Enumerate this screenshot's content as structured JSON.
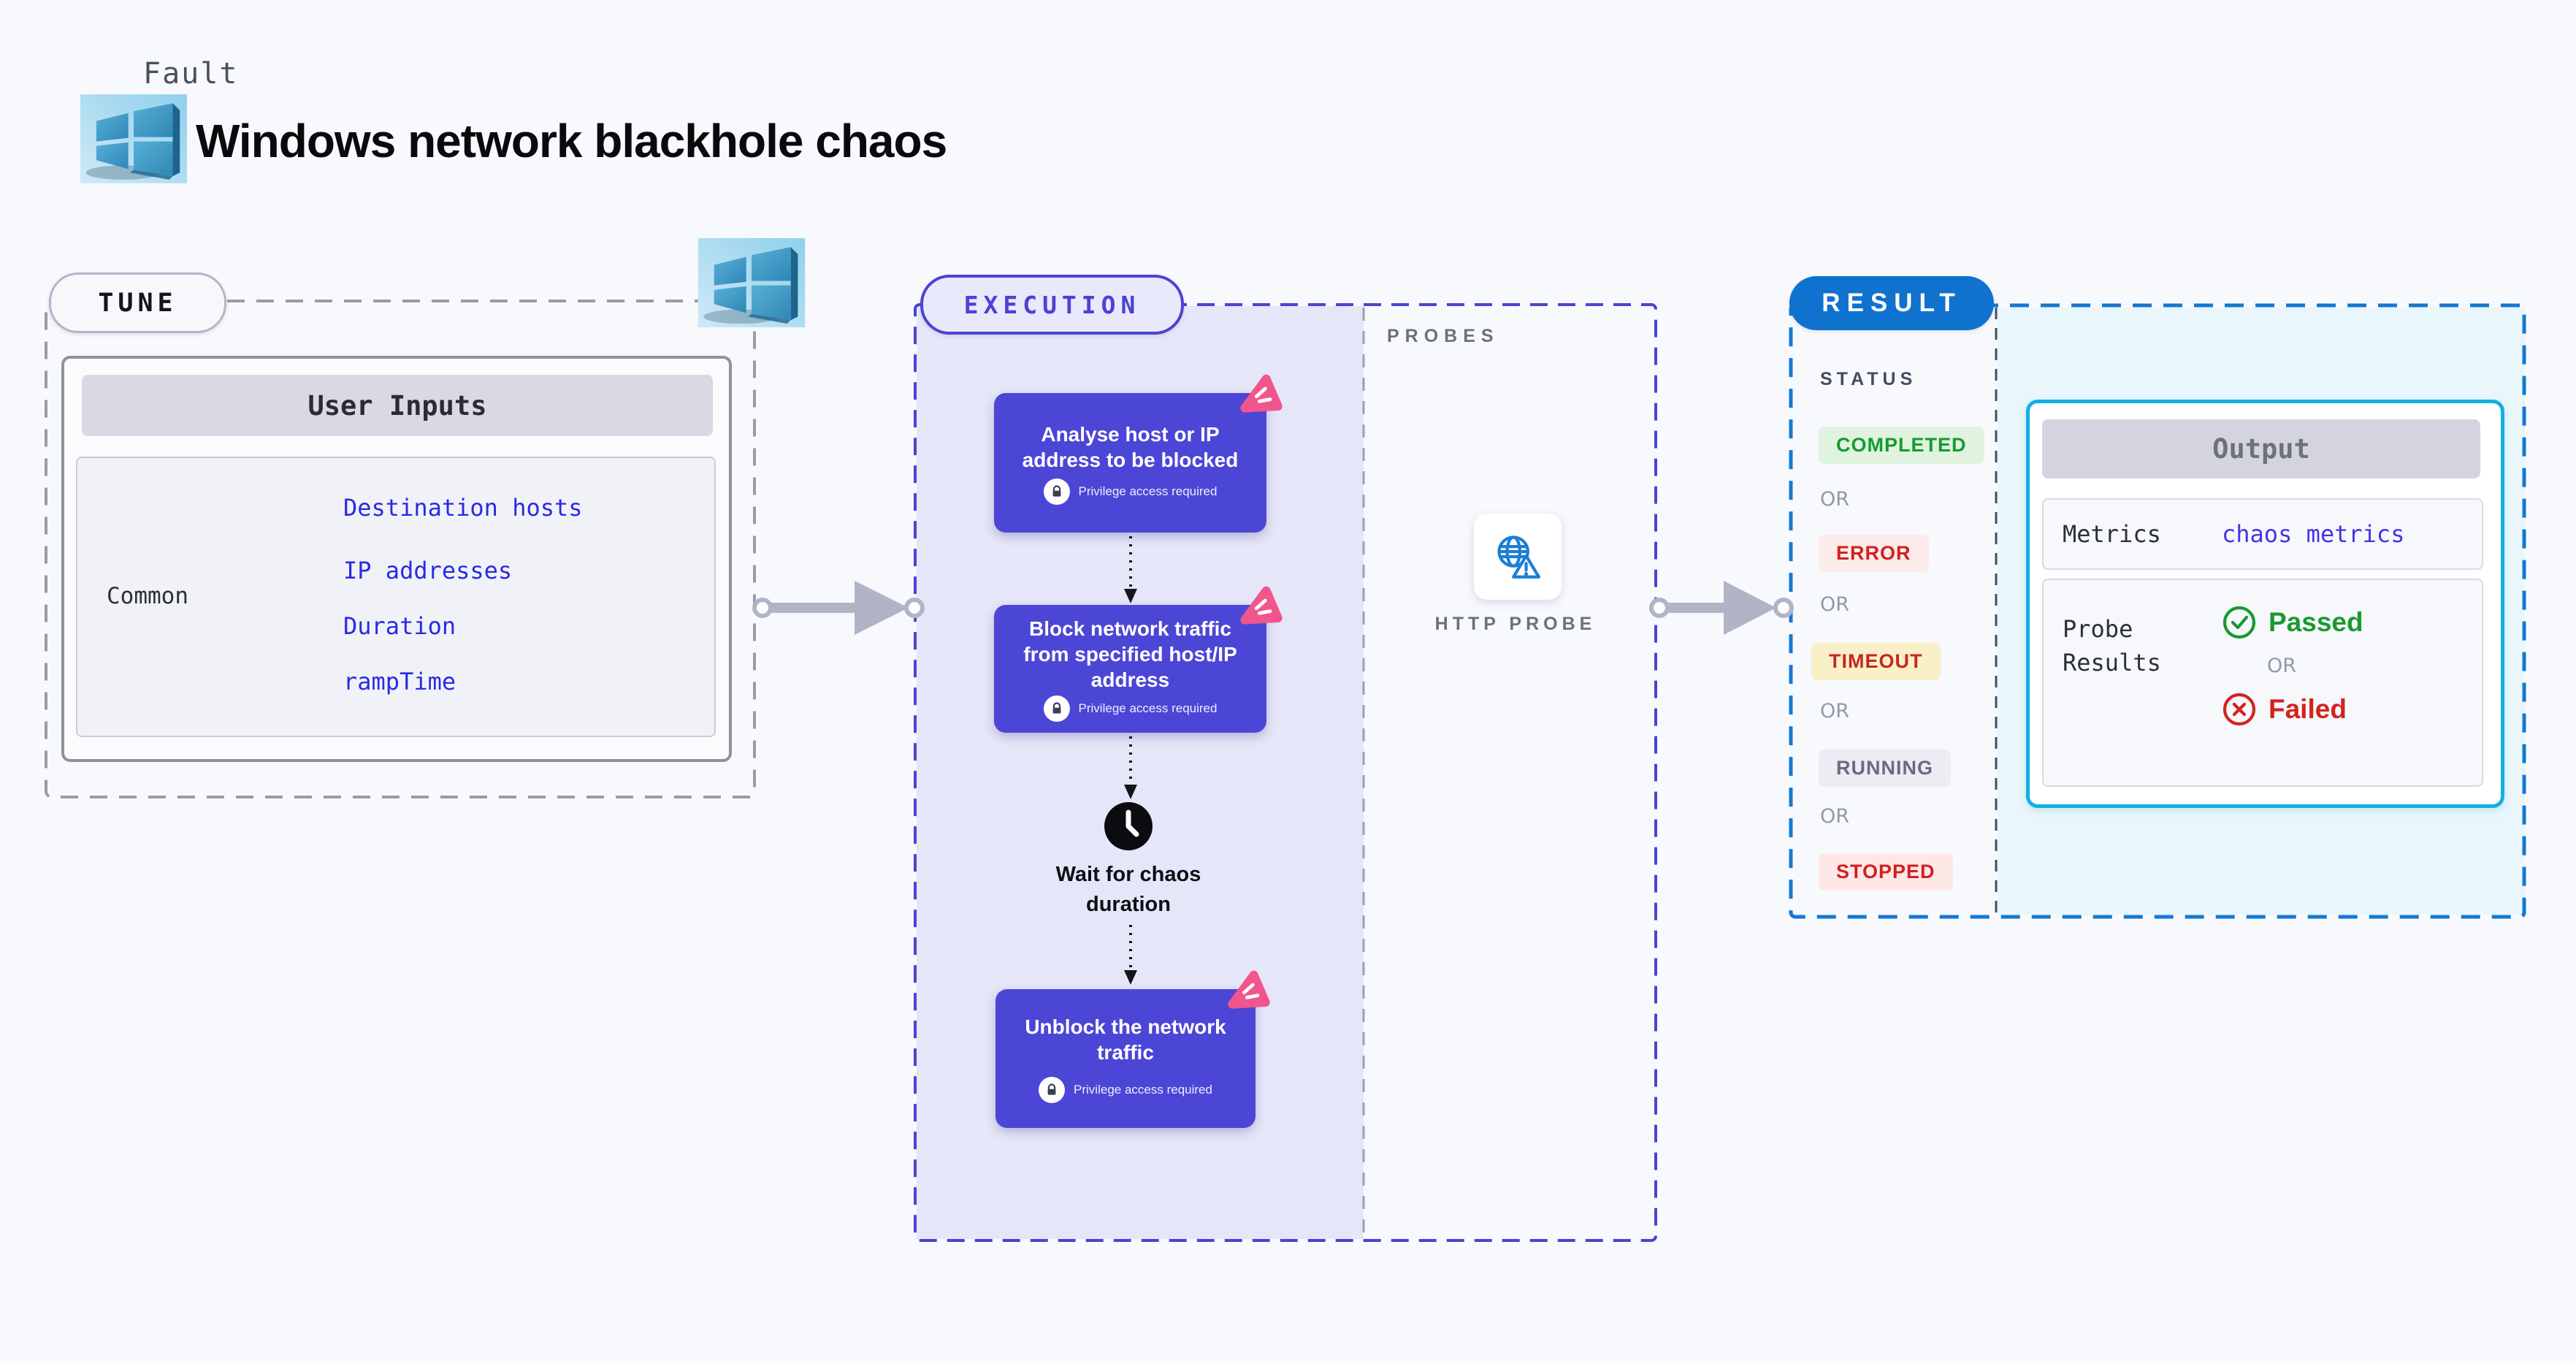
{
  "header": {
    "eyebrow": "Fault",
    "title": "Windows network blackhole chaos"
  },
  "tune": {
    "label": "TUNE",
    "table_title": "User Inputs",
    "row_label": "Common",
    "inputs": [
      {
        "label": "Destination hosts"
      },
      {
        "label": "IP addresses"
      },
      {
        "label": "Duration"
      },
      {
        "label": "rampTime"
      }
    ]
  },
  "execution": {
    "label": "EXECUTION",
    "privilege_note": "Privilege access required",
    "nodes": [
      {
        "title": "Analyse host or IP address to be blocked"
      },
      {
        "title": "Block network traffic from specified host/IP address"
      },
      {
        "title": "Unblock the network traffic"
      }
    ],
    "wait_label": "Wait for chaos duration"
  },
  "probes": {
    "label": "PROBES",
    "probe_name": "HTTP PROBE"
  },
  "result": {
    "label": "RESULT",
    "status_title": "STATUS",
    "or_label": "OR",
    "statuses": [
      {
        "label": "COMPLETED",
        "text_color": "#169a2f",
        "bg_color": "#dff3df"
      },
      {
        "label": "ERROR",
        "text_color": "#d31f1f",
        "bg_color": "#fcebeb"
      },
      {
        "label": "TIMEOUT",
        "text_color": "#c32727",
        "bg_color": "#faf0c6"
      },
      {
        "label": "RUNNING",
        "text_color": "#676c85",
        "bg_color": "#ececf2"
      },
      {
        "label": "STOPPED",
        "text_color": "#d31f1f",
        "bg_color": "#fde8e8"
      }
    ],
    "output": {
      "title": "Output",
      "metrics_label": "Metrics",
      "metrics_link": "chaos metrics",
      "probe_results_label": "Probe Results",
      "passed_label": "Passed",
      "failed_label": "Failed"
    }
  },
  "colors": {
    "page_bg": "#f8f9fd",
    "node_purple": "#4c46d6",
    "execution_fill": "#e6e6f9",
    "execution_dash": "#4a43d2",
    "tune_dash": "#9a9ba6",
    "result_dash": "#1478d2",
    "result_pill_bg": "#0f72cf",
    "result_fill": "#e9f6fc",
    "output_border": "#14aee3",
    "link_blue": "#2a2ae2",
    "metrics_link_blue": "#4334e4",
    "arrow_gray": "#b2b4c5",
    "passed_green": "#189a2f",
    "failed_red": "#d3231c",
    "corner_badge_pink": "#f0568c",
    "windows_blue": "#3e97c6"
  }
}
